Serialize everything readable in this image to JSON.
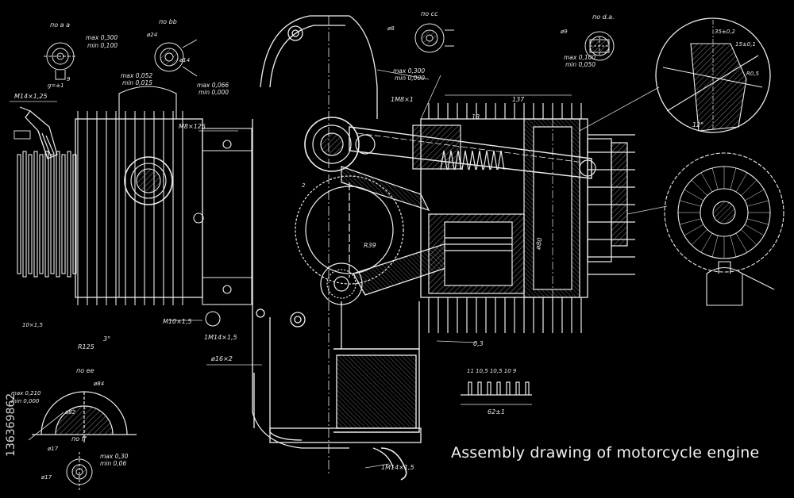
{
  "caption": "Assembly drawing of motorcycle engine",
  "stock_id": "136369862",
  "colors": {
    "background": "#000000",
    "line": "#ffffff"
  },
  "labels": {
    "view_aa": "по а а",
    "view_bb": "по bb",
    "view_cc": "по cc",
    "view_dd": "по d.a.",
    "view_ee": "по ее",
    "view_ff": "по ff",
    "thread_m14": "M14×1,25",
    "thread_m8": "M8×125",
    "thread_m8b": "1M8×1",
    "thread_m10": "M10×1,5",
    "thread_1m14": "1M14×1,5",
    "thread_1m14b": "1M14×1,5",
    "max_a": "max 0,300",
    "min_a": "min 0,100",
    "max_b": "max 0,052",
    "min_b": "min 0,015",
    "max_b2": "max 0,066",
    "min_b2": "min 0,000",
    "max_c": "max 0,300",
    "min_c": "min 0,000",
    "max_d": "max 0,100",
    "min_d": "min 0,050",
    "max_e": "max 0,210",
    "min_e": "min 0,000",
    "max_f": "max 0,30",
    "min_f": "min 0,06",
    "dim_137": "137",
    "dim_13": "13",
    "dim_r125": "R125",
    "dim_r39": "R39",
    "dim_16x2": "ø16×2",
    "dim_03": "0,3",
    "dim_62": "62±1",
    "dim_fins": "11  10,5  10,5  10  9",
    "dim_12deg": "12°",
    "dim_3deg": "3°",
    "dim_35": "35±0,2",
    "dim_15": "15±0,1",
    "dim_r03": "R0,5",
    "dim_84": "ø84",
    "dim_80": "ø80",
    "dim_82": "ø82",
    "dim_17a": "ø17",
    "dim_17b": "ø17",
    "dim_8": "ø8",
    "dim_9": "ø9",
    "dim_24": "ø24",
    "dim_14": "ø14",
    "dim_9b": "9",
    "dim_g": "g=±1",
    "dim_2": "2",
    "dim_10x15": "10×1,5"
  }
}
